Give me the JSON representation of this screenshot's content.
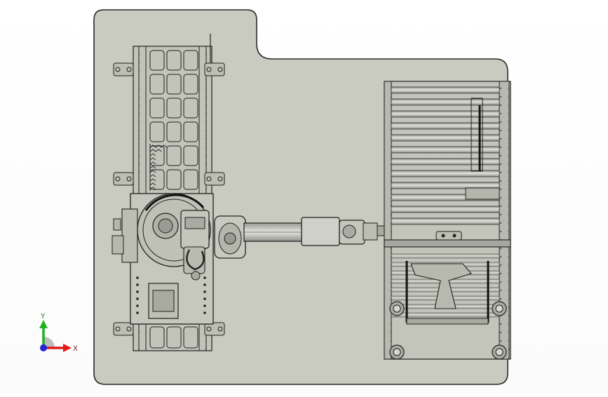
{
  "viewport": {
    "background": "#ffffff",
    "plate_color": "#c9cac0",
    "line_color": "#2a2a2a"
  },
  "triad": {
    "x_label": "X",
    "y_label": "Y",
    "x_color": "#e21b1b",
    "y_color": "#21b021",
    "z_color": "#2424d8"
  },
  "model": {
    "components": [
      "base-plate",
      "rail-track",
      "robot-base",
      "robot-arm",
      "roller-conveyor"
    ]
  }
}
